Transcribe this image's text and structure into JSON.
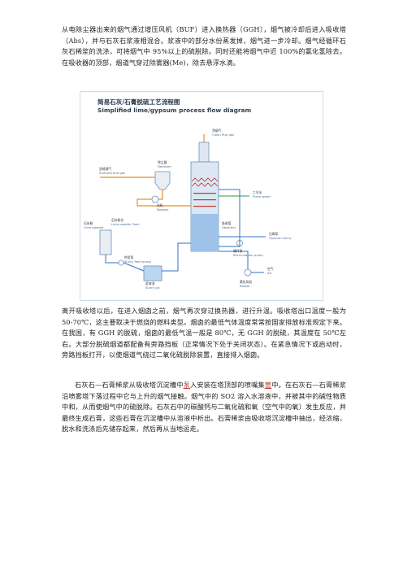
{
  "paragraphs": {
    "p1": "从电除尘器出来的烟气通过增压风机（BUF）进入换热器（GGH），烟气被冷却后进入吸收塔（Abs），并与石灰石浆液相混合。浆液中的部分水份蒸发掉，烟气进一步冷却。烟气经循环石灰石稀浆的洗涤，可将烟气中 95%以上的硫脱除。同时还能将烟气中近 100%的氯化氢除去。在吸收器的顶部，烟道气穿过除雾器(Me)，除去悬浮水滴。",
    "p2": "离开吸收塔以后，在进入烟囱之前，烟气再次穿过换热器，进行升温。吸收塔出口温度一般为 50-70℃，这主要取决于燃烧的燃料类型。烟囱的最低气体温度常常按国家排放标准规定下来。在我国，有 GGH 的脱硫，烟囱的最低气温一般是 80℃，无 GGH 的脱硫，其温度在 50℃左右。大部分脱硫烟道都配备有旁路挡板（正常情况下处于关闭状态）。在紧急情况下或启动时，旁路挡板打开，以使烟道气绕过二氧化硫脱除装置，直接排入烟囱。",
    "p3_a": "石灰石—石膏稀浆从吸收塔沉淀槽中",
    "p3_hl1": "泵",
    "p3_b": "入安装在塔顶部的喷嘴集",
    "p3_hl2": "管",
    "p3_c": "中。在石灰石—石膏稀浆沿喷雾塔下落过程中它与上升的烟气接触。烟气中的 SO2 溶入水溶液中，并被其中的碱性物质中和，从而使烟气中的硫脱除。石灰石中的碳酸钙与二氧化硫和氧（空气中的氧）发生反应，并最终生成石膏，这些石膏在沉淀槽中从溶液中析出。石膏稀浆由吸收塔沉淀槽中抽出，经浓缩，脱水和洗涤后先储存起来，然后再从当地运走。"
  },
  "figure": {
    "title_cn": "简易石灰/石膏脱硫工艺流程图",
    "title_en": "Simplified lime/gypsum process flow diagram",
    "labels": {
      "clean_gas_cn": "净烟气",
      "clean_gas_en": "Clean flue gas",
      "raw_gas_cn": "含硫烟气",
      "raw_gas_en": "Sulfured flue gas",
      "dedust_cn": "除尘器",
      "dedust_en": "Dedusler",
      "booster_cn": "风机",
      "booster_en": "Booster",
      "process_water_cn": "工艺水",
      "process_water_en": "Fresh water",
      "absorber_cn": "吸收塔",
      "absorber_en": "Absorber",
      "limestone_cn": "石灰粉",
      "limestone_en": "Lime powder",
      "lime_tank_cn": "石灰粉仓",
      "lime_tank_en": "Lime powder Tank",
      "gypsum_cn": "石膏浆",
      "gypsum_en": "Gypsum slurry",
      "recirc_cn": "循环泵",
      "recirc_en": "Recirculation pump",
      "feed_pump_cn": "供浆泵",
      "feed_pump_en": "Slurry feed pump",
      "slurry_pit_cn": "浆液池",
      "slurry_pit_en": "Slurry pit",
      "air_cn": "空气",
      "air_en": "Air",
      "blower_cn": "氧化风机",
      "blower_en": "Blower"
    }
  },
  "colors": {
    "gas_line": "#e89020",
    "water_line": "#2e9e3e",
    "slurry_line": "#2f70c8",
    "absorber": "#aec9e8",
    "spray": "#c0392b"
  }
}
